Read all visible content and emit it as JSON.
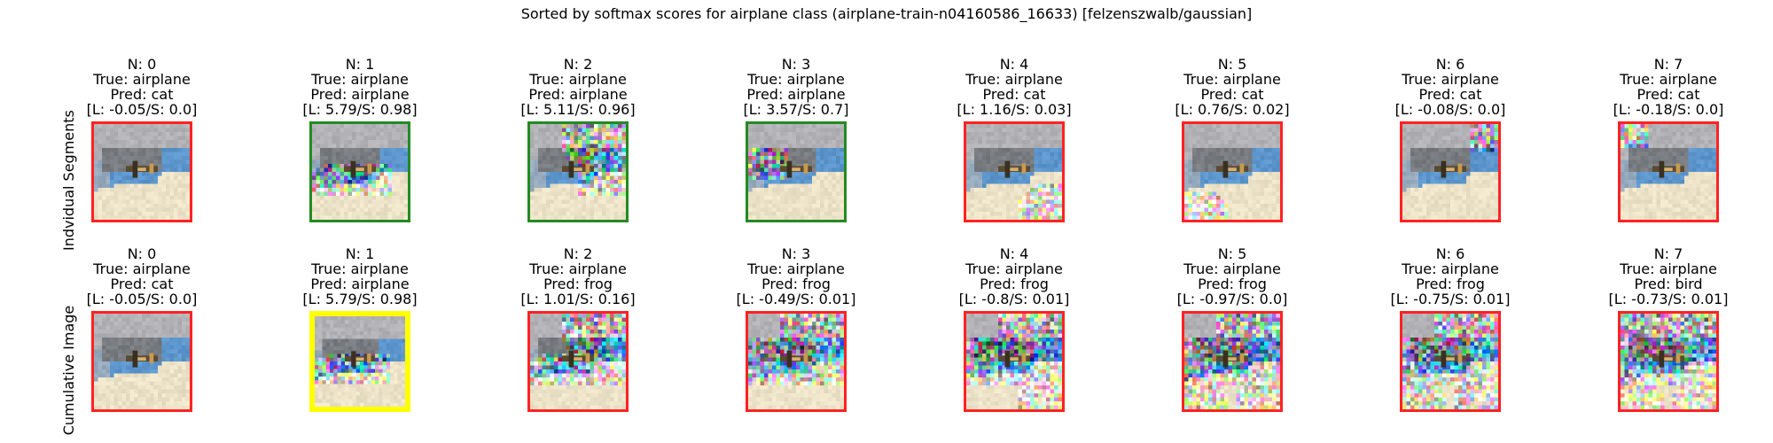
{
  "figure": {
    "title": "Sorted by softmax scores for airplane class (airplane-train-n04160586_16633) [felzenszwalb/gaussian]"
  },
  "row_labels": [
    "Indvidual Segments",
    "Cumulative Image"
  ],
  "colors": {
    "incorrect": "#ff2222",
    "correct": "#228b22",
    "best": "#ffff00"
  },
  "rows": [
    {
      "name": "Indvidual Segments",
      "panels": [
        {
          "n": "N: 0",
          "true_label": "True: airplane",
          "pred": "Pred: cat",
          "scores": "[L: -0.05/S: 0.0]",
          "border": "incorrect",
          "noise": "none"
        },
        {
          "n": "N: 1",
          "true_label": "True: airplane",
          "pred": "Pred: airplane",
          "scores": "[L: 5.79/S: 0.98]",
          "border": "correct",
          "noise": "lower-band"
        },
        {
          "n": "N: 2",
          "true_label": "True: airplane",
          "pred": "Pred: airplane",
          "scores": "[L: 5.11/S: 0.96]",
          "border": "correct",
          "noise": "top-right"
        },
        {
          "n": "N: 3",
          "true_label": "True: airplane",
          "pred": "Pred: airplane",
          "scores": "[L: 3.57/S: 0.7]",
          "border": "correct",
          "noise": "left-middle"
        },
        {
          "n": "N: 4",
          "true_label": "True: airplane",
          "pred": "Pred: cat",
          "scores": "[L: 1.16/S: 0.03]",
          "border": "incorrect",
          "noise": "bottom-right"
        },
        {
          "n": "N: 5",
          "true_label": "True: airplane",
          "pred": "Pred: cat",
          "scores": "[L: 0.76/S: 0.02]",
          "border": "incorrect",
          "noise": "bottom-left"
        },
        {
          "n": "N: 6",
          "true_label": "True: airplane",
          "pred": "Pred: cat",
          "scores": "[L: -0.08/S: 0.0]",
          "border": "incorrect",
          "noise": "top-right-small"
        },
        {
          "n": "N: 7",
          "true_label": "True: airplane",
          "pred": "Pred: cat",
          "scores": "[L: -0.18/S: 0.0]",
          "border": "incorrect",
          "noise": "top-left-small"
        }
      ]
    },
    {
      "name": "Cumulative Image",
      "panels": [
        {
          "n": "N: 0",
          "true_label": "True: airplane",
          "pred": "Pred: cat",
          "scores": "[L: -0.05/S: 0.0]",
          "border": "incorrect",
          "noise": "none"
        },
        {
          "n": "N: 1",
          "true_label": "True: airplane",
          "pred": "Pred: airplane",
          "scores": "[L: 5.79/S: 0.98]",
          "border": "best",
          "noise": "lower-band"
        },
        {
          "n": "N: 2",
          "true_label": "True: airplane",
          "pred": "Pred: frog",
          "scores": "[L: 1.01/S: 0.16]",
          "border": "incorrect",
          "noise": "cum-2"
        },
        {
          "n": "N: 3",
          "true_label": "True: airplane",
          "pred": "Pred: frog",
          "scores": "[L: -0.49/S: 0.01]",
          "border": "incorrect",
          "noise": "cum-3"
        },
        {
          "n": "N: 4",
          "true_label": "True: airplane",
          "pred": "Pred: frog",
          "scores": "[L: -0.8/S: 0.01]",
          "border": "incorrect",
          "noise": "cum-4"
        },
        {
          "n": "N: 5",
          "true_label": "True: airplane",
          "pred": "Pred: frog",
          "scores": "[L: -0.97/S: 0.0]",
          "border": "incorrect",
          "noise": "cum-5"
        },
        {
          "n": "N: 6",
          "true_label": "True: airplane",
          "pred": "Pred: frog",
          "scores": "[L: -0.75/S: 0.01]",
          "border": "incorrect",
          "noise": "cum-6"
        },
        {
          "n": "N: 7",
          "true_label": "True: airplane",
          "pred": "Pred: bird",
          "scores": "[L: -0.73/S: 0.01]",
          "border": "incorrect",
          "noise": "cum-7"
        }
      ]
    }
  ],
  "chart_data": {
    "type": "table",
    "title": "Sorted by softmax scores for airplane class (airplane-train-n04160586_16633) [felzenszwalb/gaussian]",
    "row_labels": [
      "Indvidual Segments",
      "Cumulative Image"
    ],
    "columns": [
      "N: 0",
      "N: 1",
      "N: 2",
      "N: 3",
      "N: 4",
      "N: 5",
      "N: 6",
      "N: 7"
    ],
    "true_class": "airplane",
    "individual_segments": {
      "pred": [
        "cat",
        "airplane",
        "airplane",
        "airplane",
        "cat",
        "cat",
        "cat",
        "cat"
      ],
      "logit": [
        -0.05,
        5.79,
        5.11,
        3.57,
        1.16,
        0.76,
        -0.08,
        -0.18
      ],
      "softmax": [
        0.0,
        0.98,
        0.96,
        0.7,
        0.03,
        0.02,
        0.0,
        0.0
      ]
    },
    "cumulative_image": {
      "pred": [
        "cat",
        "airplane",
        "frog",
        "frog",
        "frog",
        "frog",
        "frog",
        "bird"
      ],
      "logit": [
        -0.05,
        5.79,
        1.01,
        -0.49,
        -0.8,
        -0.97,
        -0.75,
        -0.73
      ],
      "softmax": [
        0.0,
        0.98,
        0.16,
        0.01,
        0.01,
        0.0,
        0.01,
        0.01
      ]
    }
  }
}
